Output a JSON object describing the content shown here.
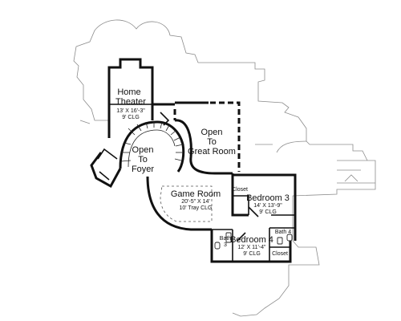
{
  "rooms": {
    "home_theater": {
      "name_line1": "Home",
      "name_line2": "Theater",
      "dims": "13' X 16'-3\"",
      "ceiling": "9' CLG"
    },
    "open_to_great_room": {
      "line1": "Open",
      "line2": "To",
      "line3": "Great Room"
    },
    "open_to_foyer": {
      "line1": "Open",
      "line2": "To",
      "line3": "Foyer"
    },
    "game_room": {
      "name": "Game Room",
      "dims": "20'-5\" X 14'",
      "ceiling": "10' Tray CLG"
    },
    "bedroom_3": {
      "name": "Bedroom 3",
      "dims": "14' X 13'-9\"",
      "ceiling": "9' CLG"
    },
    "bedroom_4": {
      "name": "Bedroom 4",
      "dims": "12' X 11'-4\"",
      "ceiling": "9' CLG"
    },
    "bath_3": {
      "line1": "Bath",
      "line2": "3"
    },
    "bath_4": {
      "name": "Bath 4"
    },
    "closet_upper": {
      "name": "Closet"
    },
    "closet_lower": {
      "name": "Closet"
    }
  },
  "colors": {
    "wall": "#111111",
    "roof_outline": "#8c8c8c",
    "background": "#ffffff"
  }
}
